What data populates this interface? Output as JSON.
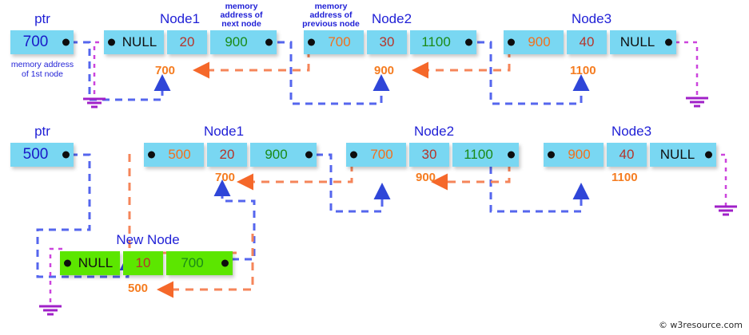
{
  "meta": {
    "watermark": "© w3resource.com",
    "colors": {
      "cell_blue": "#79d7f2",
      "cell_green": "#5ce600",
      "label_blue": "#1f1fd6",
      "addr_orange": "#f0711e",
      "addr_green": "#1a8a17",
      "data_red": "#b5352b",
      "wire_blue": "#5566ee",
      "wire_orange": "#f58b5a",
      "wire_magenta": "#cc44dd"
    }
  },
  "annotations": {
    "memory_address_of_next_node": "memory address of next node",
    "memory_address_of_previous_node": "memory address of previous node",
    "memory_address_of_1st_node": "memory address of 1st node"
  },
  "row1": {
    "ptr": {
      "title": "ptr",
      "value": "700",
      "caption": "memory address of 1st node"
    },
    "nodes": [
      {
        "title": "Node1",
        "prev": "NULL",
        "data": "20",
        "next": "900",
        "address_label": "700"
      },
      {
        "title": "Node2",
        "prev": "700",
        "data": "30",
        "next": "1100",
        "address_label": "900"
      },
      {
        "title": "Node3",
        "prev": "900",
        "data": "40",
        "next": "NULL",
        "address_label": "1100"
      }
    ]
  },
  "row2": {
    "ptr": {
      "title": "ptr",
      "value": "500"
    },
    "nodes": [
      {
        "title": "Node1",
        "prev": "500",
        "data": "20",
        "next": "900",
        "address_label": "700"
      },
      {
        "title": "Node2",
        "prev": "700",
        "data": "30",
        "next": "1100",
        "address_label": "900"
      },
      {
        "title": "Node3",
        "prev": "900",
        "data": "40",
        "next": "NULL",
        "address_label": "1100"
      }
    ]
  },
  "new_node": {
    "title": "New Node",
    "prev": "NULL",
    "data": "10",
    "next": "700",
    "address_label": "500"
  }
}
